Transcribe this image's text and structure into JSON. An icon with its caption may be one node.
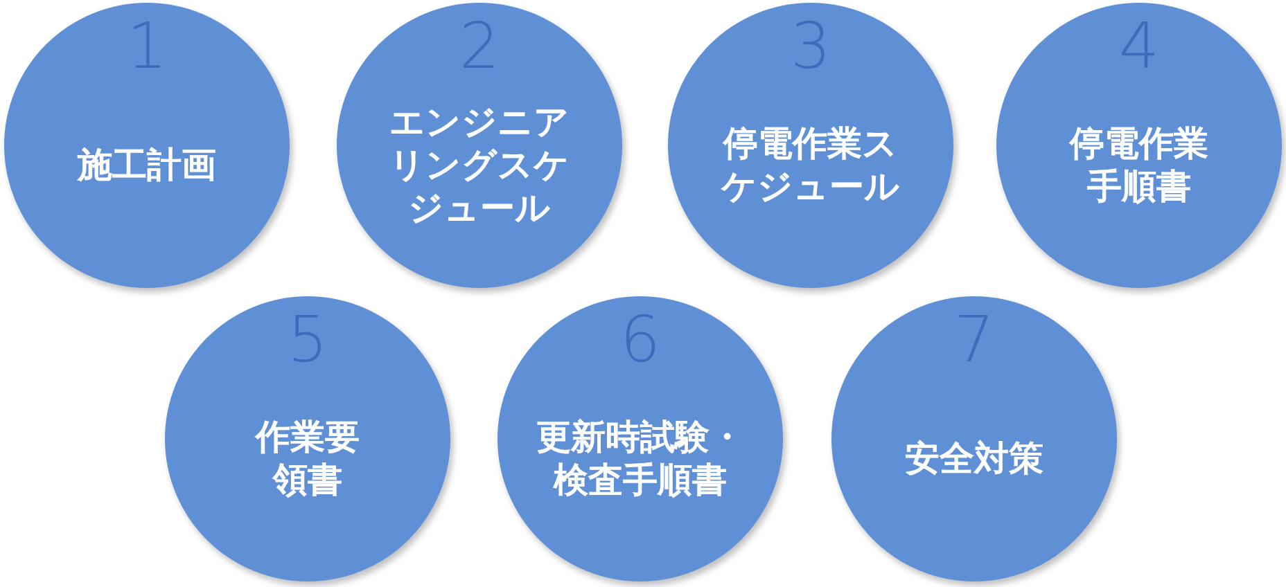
{
  "diagram": {
    "nodes": [
      {
        "text": [
          "1",
          "施工計画"
        ]
      },
      {
        "text": [
          "2",
          "エンジニアリングスケジュール"
        ]
      },
      {
        "text": [
          "3",
          "停電作業スケジュール"
        ]
      },
      {
        "text": [
          "4",
          "停電作業手順書"
        ]
      },
      {
        "text": [
          "5",
          "作業要領書"
        ]
      },
      {
        "text": [
          "6",
          "更新時試験・検査手順書"
        ]
      },
      {
        "text": [
          "7",
          "安全対策"
        ]
      }
    ]
  }
}
